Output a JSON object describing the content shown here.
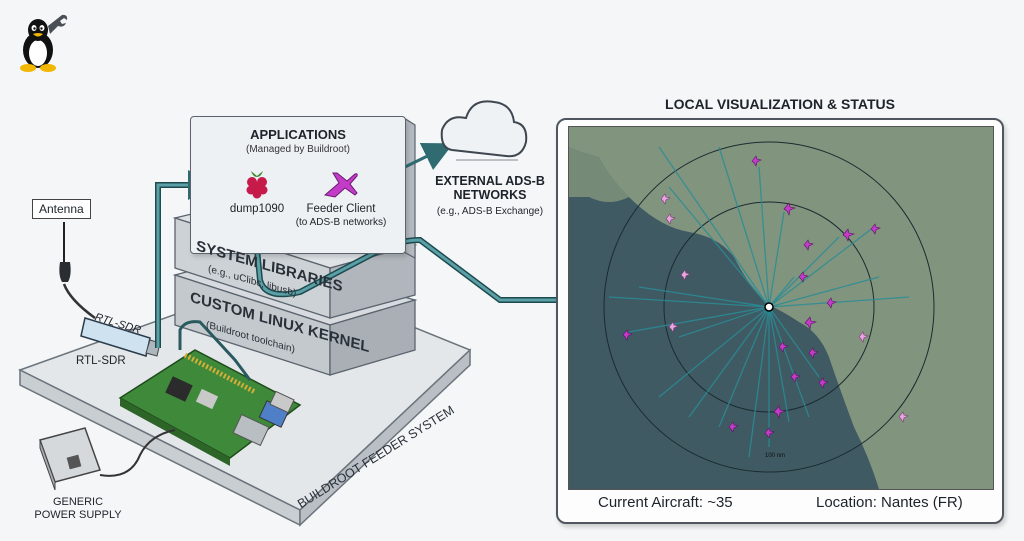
{
  "applications": {
    "title": "APPLICATIONS",
    "subtitle": "(Managed by Buildroot)",
    "app1": "dump1090",
    "app2": "Feeder Client",
    "app2_sub": "(to ADS-B networks)"
  },
  "layers": {
    "libs_title": "SYSTEM LIBRARIES",
    "libs_sub": "(e.g., uClibc, libusb)",
    "kernel_title": "CUSTOM LINUX KERNEL",
    "kernel_sub": "(Buildroot toolchain)",
    "base_label": "BUILDROOT FEEDER SYSTEM"
  },
  "hardware": {
    "antenna": "Antenna",
    "sdr_stick": "RTL-SDR",
    "sdr_label": "RTL-SDR",
    "power_line1": "GENERIC",
    "power_line2": "POWER SUPPLY"
  },
  "external": {
    "title_line1": "EXTERNAL ADS-B",
    "title_line2": "NETWORKS",
    "subtitle": "(e.g., ADS-B Exchange)"
  },
  "visualization": {
    "title": "LOCAL VISUALIZATION & STATUS",
    "aircraft_count": "Current Aircraft: ~35",
    "location": "Location: Nantes (FR)",
    "range_label": "100 nm"
  },
  "colors": {
    "arrow": "#2f6b70",
    "map_water": "#3f5a63",
    "map_land": "#8d9f82",
    "track": "#2a8c96",
    "aircraft_magenta": "#c23cc8",
    "aircraft_pink": "#e6a5e0",
    "board_green": "#3f8a3a",
    "raspberry": "#c51a4a",
    "plane_icon": "#c23cc8"
  },
  "icons": [
    "linux-penguin-icon",
    "wrench-icon",
    "cloud-icon",
    "raspberry-icon",
    "plane-icon",
    "antenna-icon",
    "power-adapter-icon"
  ]
}
